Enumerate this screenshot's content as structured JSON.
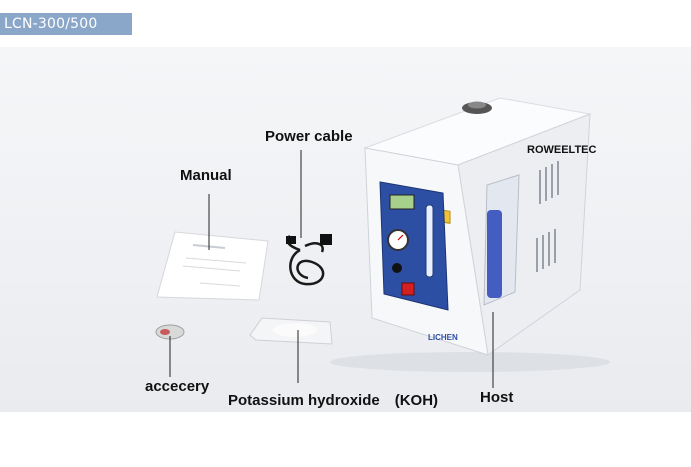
{
  "model_tag": "LCN-300/500",
  "labels": {
    "power_cable": "Power cable",
    "manual": "Manual",
    "brand": "ROWEELTEC",
    "accessory": "accecery",
    "koh": "Potassium hydroxide　(KOH)",
    "host": "Host"
  },
  "device_logo": "LICHEN",
  "colors": {
    "tag_bg": "#8aa6c9",
    "device_body": "#f7f8fa",
    "front_panel": "#2d4fa3",
    "switch": "#d42020"
  }
}
